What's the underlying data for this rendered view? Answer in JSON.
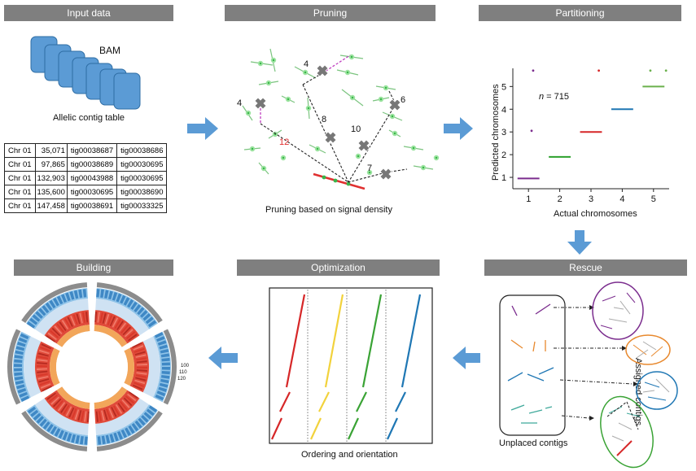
{
  "panels": {
    "input": {
      "header": "Input data",
      "bam_label": "BAM",
      "table_title": "Allelic contig table",
      "table_rows": [
        [
          "Chr 01",
          "35,071",
          "tig00038687",
          "tig00038686"
        ],
        [
          "Chr 01",
          "97,865",
          "tig00038689",
          "tig00030695"
        ],
        [
          "Chr 01",
          "132,903",
          "tig00043988",
          "tig00030695"
        ],
        [
          "Chr 01",
          "135,600",
          "tig00030695",
          "tig00038690"
        ],
        [
          "Chr 01",
          "147,458",
          "tig00038691",
          "tig00033325"
        ]
      ]
    },
    "pruning": {
      "header": "Pruning",
      "caption": "Pruning based on signal density",
      "edge_labels": [
        "4",
        "4",
        "8",
        "6",
        "10",
        "7",
        "12"
      ]
    },
    "partitioning": {
      "header": "Partitioning",
      "ylabel": "Predicted chromosomes",
      "xlabel": "Actual chromosomes",
      "annotation": "n = 715",
      "xticks": [
        "1",
        "2",
        "3",
        "4",
        "5"
      ],
      "yticks": [
        "1",
        "2",
        "3",
        "4",
        "5"
      ]
    },
    "rescue": {
      "header": "Rescue",
      "unplaced_label": "Unplaced contigs",
      "assigned_label": "Assigned contigs"
    },
    "optimization": {
      "header": "Optimization",
      "caption": "Ordering and orientation"
    },
    "building": {
      "header": "Building",
      "scale_ticks": [
        "120",
        "110",
        "100"
      ]
    }
  },
  "chart_data": {
    "type": "scatter",
    "xlabel": "Actual chromosomes",
    "ylabel": "Predicted chromosomes",
    "annotation": "n = 715",
    "xlim": [
      0.5,
      5.5
    ],
    "ylim": [
      0.5,
      5.8
    ],
    "series": [
      {
        "color": "#7b2d8e",
        "segments": [
          {
            "x": [
              0.65,
              1.35
            ],
            "y": 0.95
          }
        ],
        "points": [
          {
            "x": 1.1,
            "y": 3.05
          },
          {
            "x": 1.15,
            "y": 5.7
          }
        ]
      },
      {
        "color": "#2ca02c",
        "segments": [
          {
            "x": 1.65,
            "y": 1.9,
            "x2": 2.35
          }
        ],
        "points": []
      },
      {
        "color": "#d62728",
        "segments": [
          {
            "x": 2.65,
            "y": 3.0,
            "x2": 3.35
          }
        ],
        "points": [
          {
            "x": 3.25,
            "y": 5.7
          }
        ]
      },
      {
        "color": "#1f77b4",
        "segments": [
          {
            "x": 3.65,
            "y": 4.0,
            "x2": 4.35
          }
        ],
        "points": []
      },
      {
        "color": "#6ab04c",
        "segments": [
          {
            "x": 4.65,
            "y": 5.0,
            "x2": 5.35
          }
        ],
        "points": [
          {
            "x": 4.9,
            "y": 5.7
          },
          {
            "x": 5.4,
            "y": 5.7
          }
        ]
      }
    ]
  },
  "colors": {
    "header_bg": "#7f7f7f",
    "arrow": "#5b9bd5",
    "bam": "#5b9bd5",
    "purple": "#7b2d8e",
    "green": "#3aa335",
    "red": "#d62728",
    "blue": "#1f77b4",
    "orange": "#e8892e",
    "yellow": "#f2d23c",
    "teal": "#3fa99b"
  },
  "icons": [
    "right-arrow-icon",
    "down-arrow-icon",
    "left-arrow-icon",
    "cross-icon"
  ]
}
